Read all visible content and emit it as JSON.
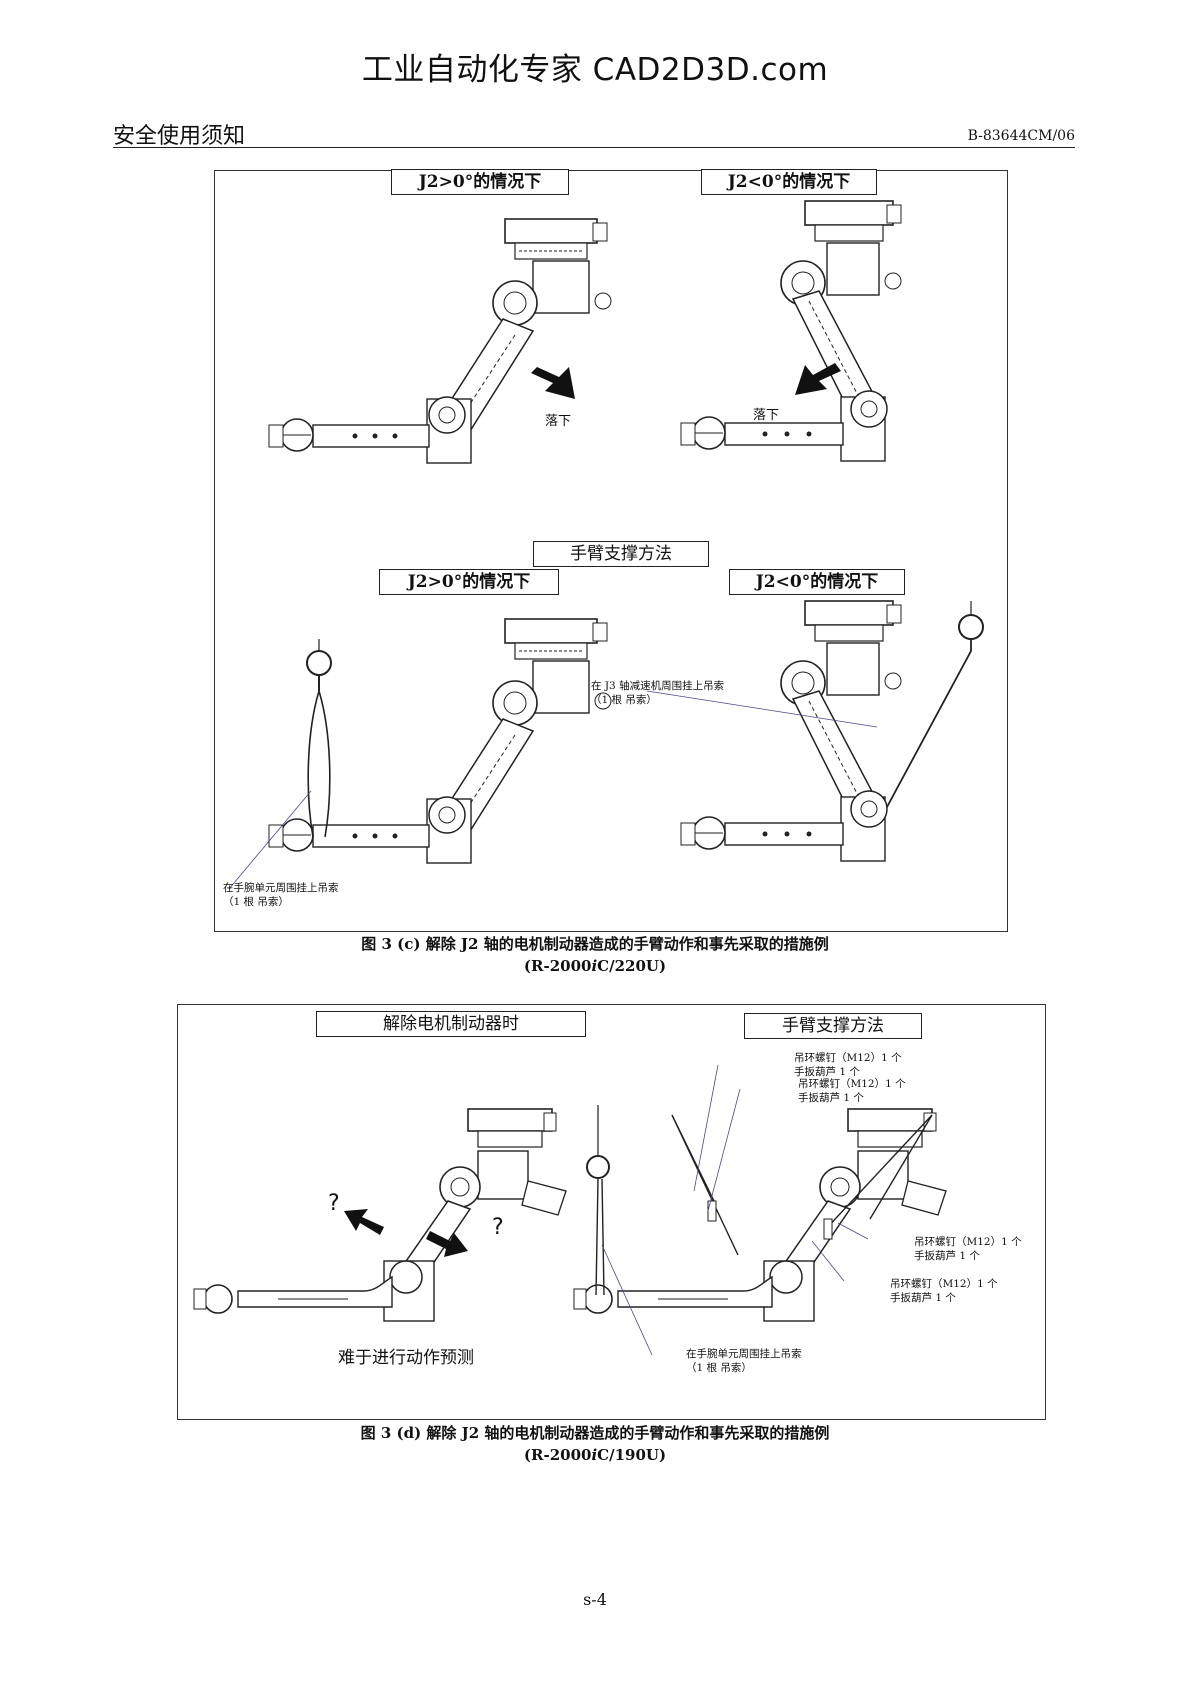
{
  "watermark": "工业自动化专家 CAD2D3D.com",
  "header": {
    "section": "安全使用须知",
    "doc_code": "B-83644CM/06"
  },
  "fig_c": {
    "top_left_label": "J2>0°的情况下",
    "top_right_label": "J2<0°的情况下",
    "fall_left": "落下",
    "fall_right": "落下",
    "support_title": "手臂支撑方法",
    "bottom_left_label": "J2>0°的情况下",
    "bottom_right_label": "J2<0°的情况下",
    "note_j3_line1": "在 J3 轴减速机周围挂上吊索",
    "note_j3_line2": "（1 根  吊索）",
    "note_wrist_line1": "在手腕单元周围挂上吊索",
    "note_wrist_line2": "（1 根  吊索）",
    "caption_line1": "图 3 (c)  解除 J2 轴的电机制动器造成的手臂动作和事先采取的措施例",
    "caption_model_prefix": "(R-2000",
    "caption_model_italic": "i",
    "caption_model_suffix": "C/220U)"
  },
  "fig_d": {
    "left_label": "解除电机制动器时",
    "right_label": "手臂支撑方法",
    "q1": "?",
    "q2": "?",
    "hard_predict": "难于进行动作预测",
    "n1_line1": "吊环螺钉（M12）1 个",
    "n1_line2": "手扳葫芦 1 个",
    "n2_line1": "吊环螺钉（M12）1 个",
    "n2_line2": "手扳葫芦 1 个",
    "n3_line1": "吊环螺钉（M12）1 个",
    "n3_line2": "手扳葫芦 1 个",
    "n4_line1": "吊环螺钉（M12）1 个",
    "n4_line2": "手扳葫芦 1 个",
    "wrist_line1": "在手腕单元周围挂上吊索",
    "wrist_line2": "（1 根  吊索）",
    "caption_line1": "图 3 (d)  解除 J2 轴的电机制动器造成的手臂动作和事先采取的措施例",
    "caption_model_prefix": "(R-2000",
    "caption_model_italic": "i",
    "caption_model_suffix": "C/190U)"
  },
  "page_number": "s-4"
}
